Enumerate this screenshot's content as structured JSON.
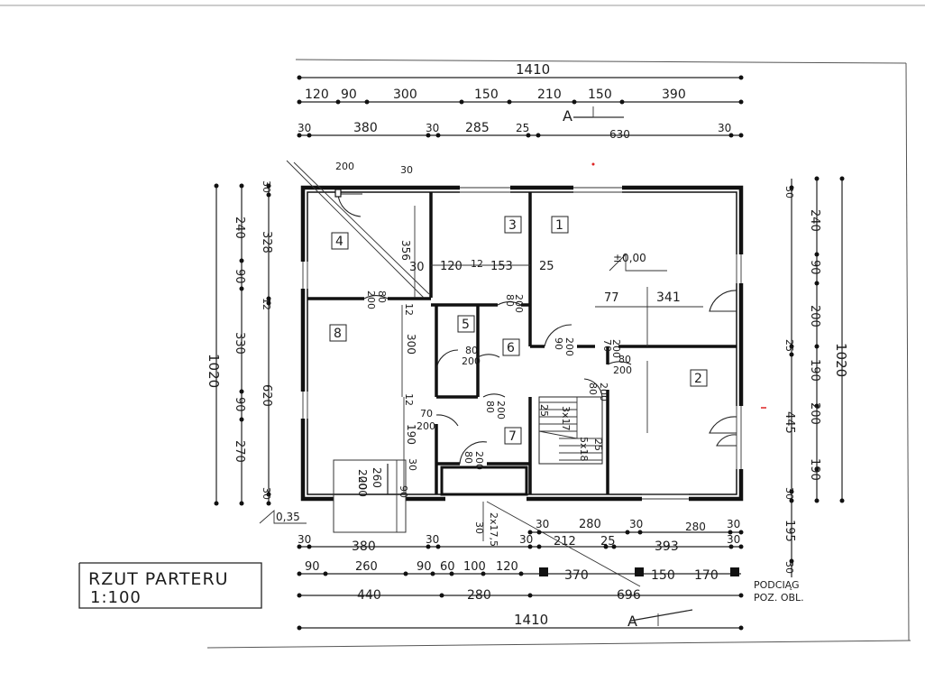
{
  "title": {
    "line1": "RZUT PARTERU",
    "line2": "1:100"
  },
  "overall": {
    "top": "1410",
    "bottom": "1410",
    "left": "1020",
    "right": "1020"
  },
  "top_row1": [
    "120",
    "90",
    "300",
    "150",
    "210",
    "150",
    "390"
  ],
  "top_row2": [
    "30",
    "380",
    "30",
    "285",
    "25",
    "630",
    "30"
  ],
  "left_outer": [
    "30",
    "328",
    "12",
    "620",
    "30"
  ],
  "left_inner": [
    "240",
    "90",
    "330",
    "90",
    "270"
  ],
  "right_inner": [
    "240",
    "90",
    "200",
    "190",
    "200",
    "190"
  ],
  "right_outer": [
    "30",
    "25",
    "445",
    "30",
    "195",
    "30"
  ],
  "bottom_rows": {
    "r1": [
      "30",
      "280",
      "30",
      "280",
      "30"
    ],
    "r2": [
      "30",
      "380",
      "30",
      "30",
      "212",
      "25",
      "393",
      "30"
    ],
    "r3": [
      "90",
      "260",
      "90",
      "60",
      "100",
      "120",
      "370",
      "150",
      "170"
    ],
    "r4": [
      "440",
      "280",
      "696"
    ]
  },
  "section_marks": {
    "top": "A",
    "bottom": "A"
  },
  "level": {
    "text": "±0,00",
    "corner": "0,35"
  },
  "rooms": [
    "1",
    "2",
    "3",
    "4",
    "5",
    "6",
    "7",
    "8"
  ],
  "inner_dims": [
    "356",
    "300",
    "30",
    "120",
    "12",
    "153",
    "25",
    "77",
    "341",
    "12",
    "190",
    "200",
    "260",
    "90",
    "30",
    "2x17,5",
    "30",
    "12"
  ],
  "doors": [
    "80",
    "200",
    "80",
    "200",
    "80",
    "200",
    "90",
    "200",
    "80",
    "200",
    "80",
    "200",
    "70",
    "200",
    "80",
    "200",
    "80",
    "200",
    "70",
    "200"
  ],
  "stairs": {
    "a": "25",
    "b": "3x17",
    "c": "5x18",
    "d": "25"
  },
  "note": {
    "line1": "PODCIĄG",
    "line2": "POZ. OBL."
  },
  "top_small": {
    "a": "200",
    "b": "30"
  }
}
